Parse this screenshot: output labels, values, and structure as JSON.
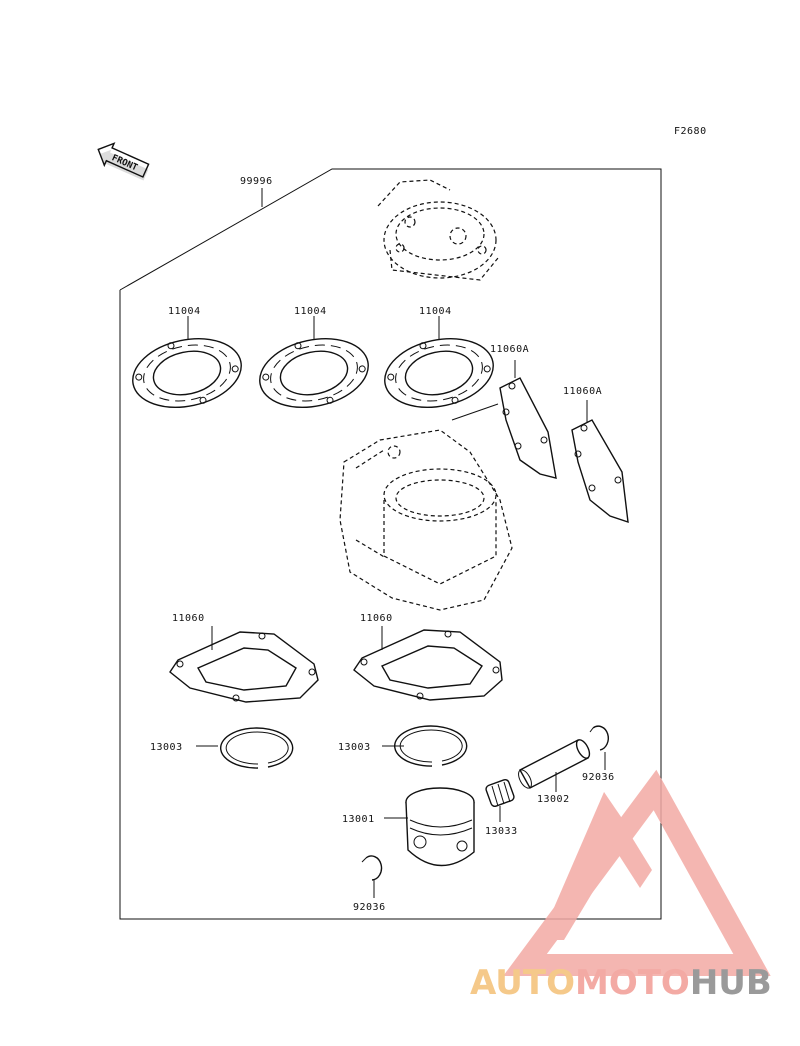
{
  "diagram": {
    "code": "F2680",
    "front_label": "FRONT",
    "kit_label": "99996",
    "parts": {
      "gasket_1": "11004",
      "gasket_2": "11004",
      "gasket_3": "11004",
      "exhaust_gasket_1": "11060A",
      "exhaust_gasket_2": "11060A",
      "base_gasket_1": "11060",
      "base_gasket_2": "11060",
      "ring_1": "13003",
      "ring_2": "13003",
      "pin": "13002",
      "circlip_1": "92036",
      "circlip_2": "92036",
      "bearing": "13033",
      "piston": "13001"
    }
  },
  "watermark": {
    "part1": "AUTO",
    "part2": "MOTO",
    "part3": "HUB",
    "color_primary": "#f3aaa4",
    "color_secondary": "#f5c98a",
    "color_dark": "#9a9a9a"
  }
}
